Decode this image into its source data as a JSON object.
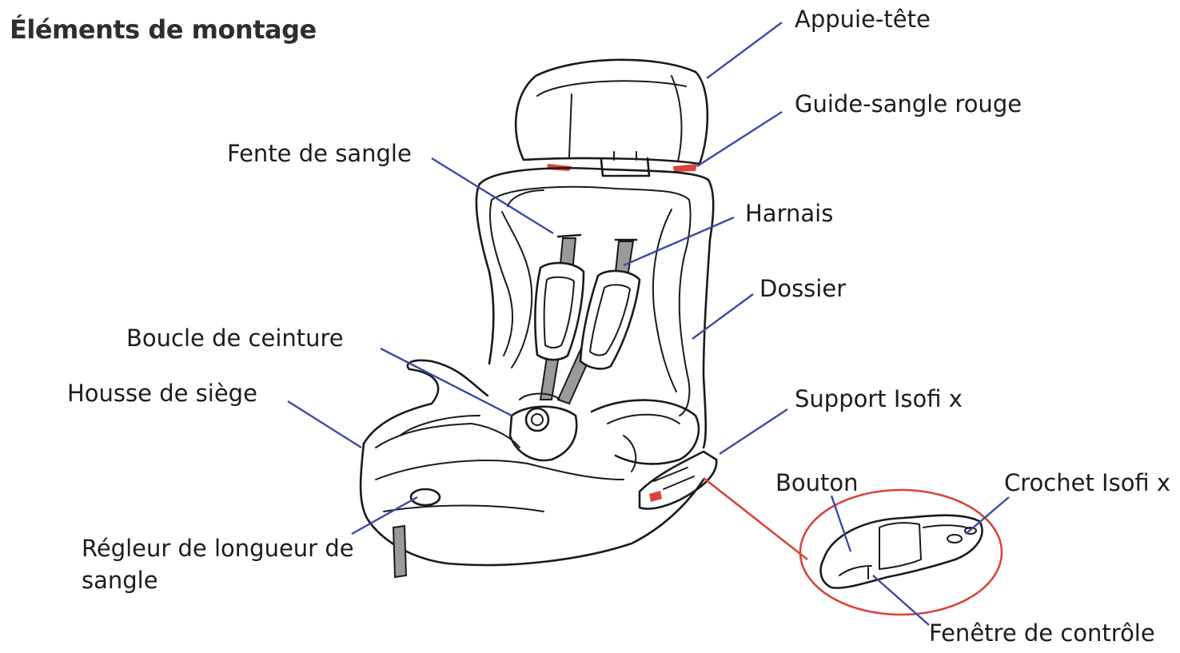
{
  "title": "Éléments de montage",
  "labels": {
    "appuie_tete": "Appuie-tête",
    "guide_sangle": "Guide-sangle rouge",
    "fente": "Fente de sangle",
    "harnais": "Harnais",
    "dossier": "Dossier",
    "boucle": "Boucle de ceinture",
    "housse": "Housse de siège",
    "support": "Support Isofi x",
    "bouton": "Bouton",
    "crochet": "Crochet Isofi x",
    "regleur": "Régleur de longueur de sangle",
    "fenetre": "Fenêtre de contrôle"
  },
  "colors": {
    "leader": "#3a4aa5",
    "red_accent": "#d9443c",
    "strap_gray": "#9a9a9a"
  }
}
